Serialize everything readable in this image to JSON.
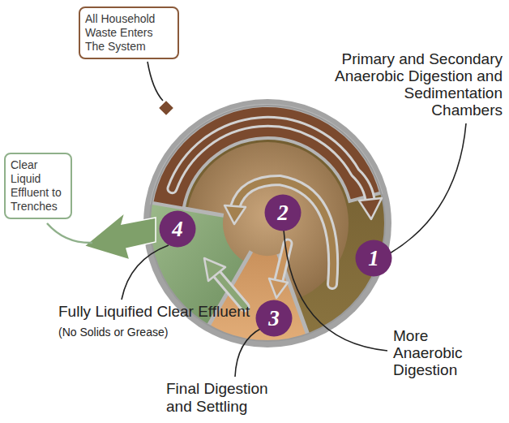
{
  "diagram": {
    "nodes": [
      {
        "text": [
          "All Household Waste Enters The System"
        ]
      },
      {
        "text": [
          "Clear Liquid Effluent to Trenches"
        ]
      },
      {
        "text": [
          "1"
        ]
      },
      {
        "text": [
          "2"
        ]
      },
      {
        "text": [
          "3"
        ]
      },
      {
        "text": [
          "4"
        ]
      }
    ],
    "labels": [
      "Primary and Secondary Anaerobic Digestion and Sedimentation Chambers",
      "More Anaerobic Digestion",
      "Fully Liquified Clear Effluent",
      "(No Solids or Grease)",
      "Final Digestion and Settling"
    ]
  }
}
